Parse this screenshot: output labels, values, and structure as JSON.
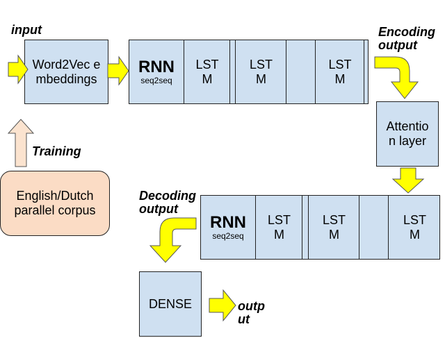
{
  "labels": {
    "input": "input",
    "encoding_output": "Encoding output",
    "training": "Training",
    "decoding_output": "Decoding output",
    "output": "output"
  },
  "boxes": {
    "word2vec": "Word2Vec embeddings",
    "corpus": "English/Dutch parallel corpus",
    "attention": "Attention layer",
    "dense": "DENSE"
  },
  "encoder": {
    "title": "RNN",
    "subtitle": "seq2seq",
    "cells": [
      "LSTM",
      "LSTM",
      "LSTM"
    ]
  },
  "decoder": {
    "title": "RNN",
    "subtitle": "seq2seq",
    "cells": [
      "LSTM",
      "LSTM",
      "LSTM"
    ]
  },
  "colors": {
    "box_fill": "#cfe0f1",
    "corpus_fill": "#fbdcc5",
    "arrow_yellow": "#ffff00",
    "training_arrow": "#fbe3cf"
  }
}
